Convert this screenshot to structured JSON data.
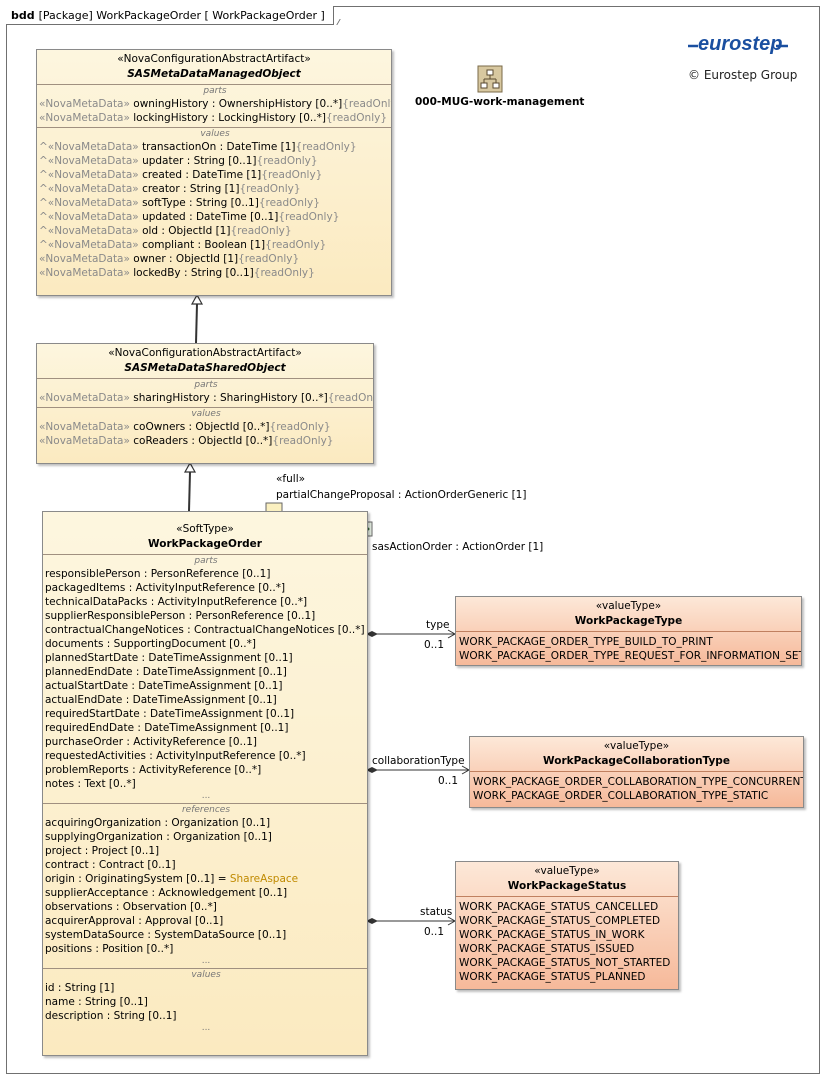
{
  "frame": {
    "kind": "bdd",
    "title": "[Package] WorkPackageOrder [ WorkPackageOrder ]"
  },
  "logo": {
    "brand": "eurostep",
    "copyright": "© Eurostep Group"
  },
  "package_ref": {
    "name": "000-MUG-work-management"
  },
  "managed": {
    "stereotype": "«NovaConfigurationAbstractArtifact»",
    "name": "SASMetaDataManagedObject",
    "parts_title": "parts",
    "parts": [
      {
        "stereo": "«NovaMetaData»",
        "name": "owningHistory",
        "type": " : OwnershipHistory [0..*]",
        "tag": "{readOnly}"
      },
      {
        "stereo": "«NovaMetaData»",
        "name": "lockingHistory",
        "type": " : LockingHistory [0..*]",
        "tag": "{readOnly}"
      }
    ],
    "values_title": "values",
    "values": [
      {
        "stereo": "^«NovaMetaData»",
        "name": "transactionOn",
        "type": " : DateTime [1]",
        "tag": "{readOnly}"
      },
      {
        "stereo": "^«NovaMetaData»",
        "name": "updater",
        "type": " : String [0..1]",
        "tag": "{readOnly}"
      },
      {
        "stereo": "^«NovaMetaData»",
        "name": "created",
        "type": " : DateTime [1]",
        "tag": "{readOnly}"
      },
      {
        "stereo": "^«NovaMetaData»",
        "name": "creator",
        "type": " : String [1]",
        "tag": "{readOnly}"
      },
      {
        "stereo": "^«NovaMetaData»",
        "name": "softType",
        "type": " : String [0..1]",
        "tag": "{readOnly}"
      },
      {
        "stereo": "^«NovaMetaData»",
        "name": "updated",
        "type": " : DateTime [0..1]",
        "tag": "{readOnly}"
      },
      {
        "stereo": "^«NovaMetaData»",
        "name": "old",
        "type": " : ObjectId [1]",
        "tag": "{readOnly}"
      },
      {
        "stereo": "^«NovaMetaData»",
        "name": "compliant",
        "type": " : Boolean [1]",
        "tag": "{readOnly}"
      },
      {
        "stereo": "«NovaMetaData»",
        "name": "owner",
        "type": " : ObjectId [1]",
        "tag": "{readOnly}"
      },
      {
        "stereo": "«NovaMetaData»",
        "name": "lockedBy",
        "type": " : String [0..1]",
        "tag": "{readOnly}"
      }
    ]
  },
  "shared": {
    "stereotype": "«NovaConfigurationAbstractArtifact»",
    "name": "SASMetaDataSharedObject",
    "parts_title": "parts",
    "parts": [
      {
        "stereo": "«NovaMetaData»",
        "name": "sharingHistory",
        "type": " : SharingHistory [0..*]",
        "tag": "{readOnly}"
      }
    ],
    "values_title": "values",
    "values": [
      {
        "stereo": "«NovaMetaData»",
        "name": "coOwners",
        "type": " : ObjectId [0..*]",
        "tag": "{readOnly}"
      },
      {
        "stereo": "«NovaMetaData»",
        "name": "coReaders",
        "type": " : ObjectId [0..*]",
        "tag": "{readOnly}"
      }
    ]
  },
  "wpo": {
    "stereotype": "«SoftType»",
    "name": "WorkPackageOrder",
    "parts_title": "parts",
    "parts": [
      {
        "name": "responsiblePerson",
        "type": " : PersonReference [0..1]"
      },
      {
        "name": "packagedItems",
        "type": " : ActivityInputReference [0..*]"
      },
      {
        "name": "technicalDataPacks",
        "type": " : ActivityInputReference [0..*]"
      },
      {
        "name": "supplierResponsiblePerson",
        "type": " : PersonReference [0..1]"
      },
      {
        "name": "contractualChangeNotices",
        "type": " : ContractualChangeNotices [0..*]"
      },
      {
        "name": "documents",
        "type": " : SupportingDocument [0..*]"
      },
      {
        "name": "plannedStartDate",
        "type": " : DateTimeAssignment [0..1]"
      },
      {
        "name": "plannedEndDate",
        "type": " : DateTimeAssignment [0..1]"
      },
      {
        "name": "actualStartDate",
        "type": " : DateTimeAssignment [0..1]"
      },
      {
        "name": "actualEndDate",
        "type": " : DateTimeAssignment [0..1]"
      },
      {
        "name": "requiredStartDate",
        "type": " : DateTimeAssignment [0..1]"
      },
      {
        "name": "requiredEndDate",
        "type": " : DateTimeAssignment [0..1]"
      },
      {
        "name": "purchaseOrder",
        "type": " : ActivityReference [0..1]"
      },
      {
        "name": "requestedActivities",
        "type": " : ActivityInputReference [0..*]"
      },
      {
        "name": "problemReports",
        "type": " : ActivityReference [0..*]"
      },
      {
        "name": "notes",
        "type": " : Text [0..*]"
      }
    ],
    "references_title": "references",
    "references": [
      {
        "name": "acquiringOrganization",
        "type": " : Organization [0..1]",
        "extra": ""
      },
      {
        "name": "supplyingOrganization",
        "type": " : Organization [0..1]",
        "extra": ""
      },
      {
        "name": "project",
        "type": " : Project [0..1]",
        "extra": ""
      },
      {
        "name": "contract",
        "type": " : Contract [0..1]",
        "extra": ""
      },
      {
        "name": "origin",
        "type": " : OriginatingSystem [0..1] = ",
        "extra": "ShareAspace"
      },
      {
        "name": "supplierAcceptance",
        "type": " : Acknowledgement [0..1]",
        "extra": ""
      },
      {
        "name": "observations",
        "type": " : Observation [0..*]",
        "extra": ""
      },
      {
        "name": "acquirerApproval",
        "type": " : Approval [0..1]",
        "extra": ""
      },
      {
        "name": "systemDataSource",
        "type": " : SystemDataSource [0..1]",
        "extra": ""
      },
      {
        "name": "positions",
        "type": " : Position [0..*]",
        "extra": ""
      }
    ],
    "values_title": "values",
    "values": [
      {
        "name": "id",
        "type": " : String [1]"
      },
      {
        "name": "name",
        "type": " : String [0..1]"
      },
      {
        "name": "description",
        "type": " : String [0..1]"
      }
    ],
    "ellipsis": "..."
  },
  "port": {
    "stereotype": "«full»",
    "label": "partialChangeProposal : ActionOrderGeneric [1]"
  },
  "action_order": {
    "label": "sasActionOrder : ActionOrder [1]"
  },
  "wp_type": {
    "stereotype": "«valueType»",
    "name": "WorkPackageType",
    "literals": [
      "WORK_PACKAGE_ORDER_TYPE_BUILD_TO_PRINT",
      "WORK_PACKAGE_ORDER_TYPE_REQUEST_FOR_INFORMATION_SET"
    ],
    "role": "type",
    "multiplicity": "0..1"
  },
  "wp_collab": {
    "stereotype": "«valueType»",
    "name": "WorkPackageCollaborationType",
    "literals": [
      "WORK_PACKAGE_ORDER_COLLABORATION_TYPE_CONCURRENT",
      "WORK_PACKAGE_ORDER_COLLABORATION_TYPE_STATIC"
    ],
    "role": "collaborationType",
    "multiplicity": "0..1"
  },
  "wp_status": {
    "stereotype": "«valueType»",
    "name": "WorkPackageStatus",
    "literals": [
      "WORK_PACKAGE_STATUS_CANCELLED",
      "WORK_PACKAGE_STATUS_COMPLETED",
      "WORK_PACKAGE_STATUS_IN_WORK",
      "WORK_PACKAGE_STATUS_ISSUED",
      "WORK_PACKAGE_STATUS_NOT_STARTED",
      "WORK_PACKAGE_STATUS_PLANNED"
    ],
    "role": "status",
    "multiplicity": "0..1"
  }
}
